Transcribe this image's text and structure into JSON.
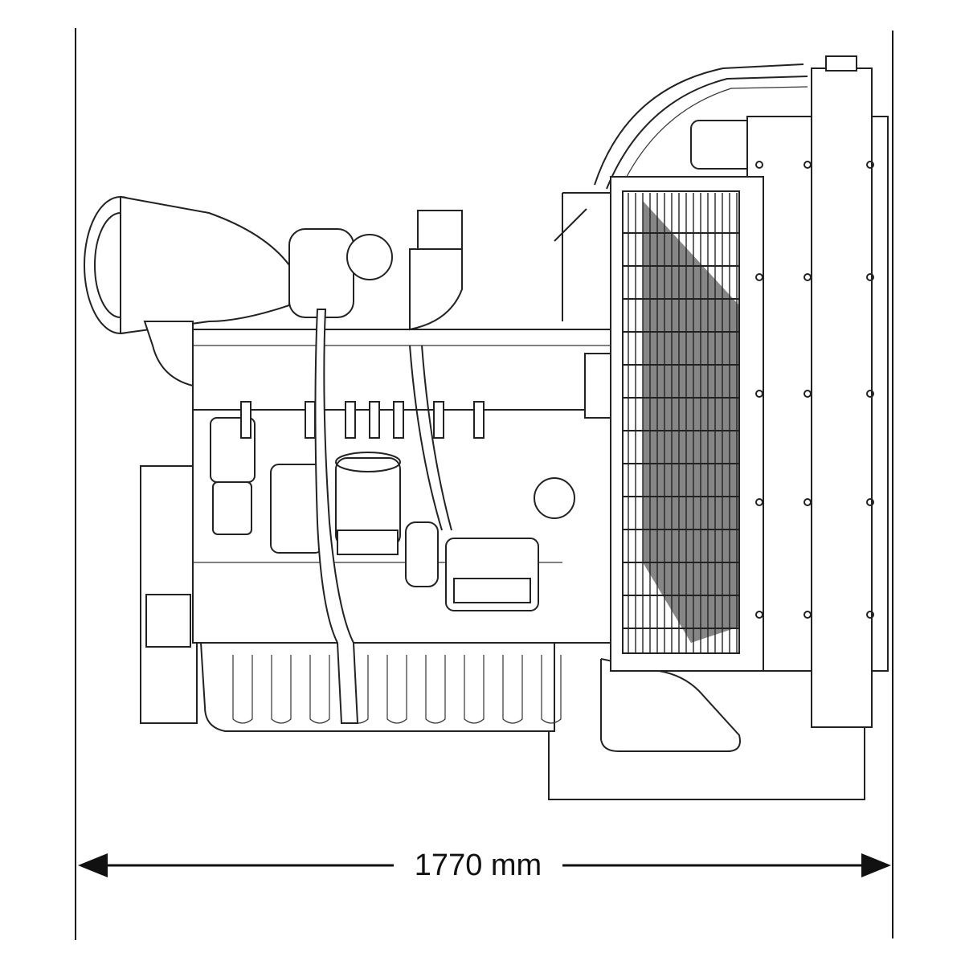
{
  "diagram": {
    "dimension": {
      "value": 1770,
      "unit": "mm",
      "label": "1770 mm"
    },
    "line_color": "#222222"
  }
}
